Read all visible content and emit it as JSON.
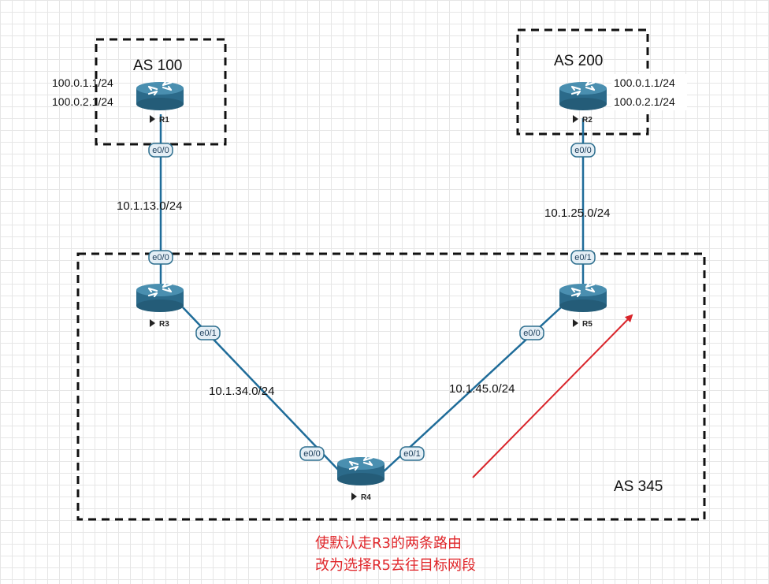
{
  "as_areas": {
    "as100": "AS 100",
    "as200": "AS 200",
    "as345": "AS 345"
  },
  "routers": {
    "r1": "R1",
    "r2": "R2",
    "r3": "R3",
    "r4": "R4",
    "r5": "R5"
  },
  "loopbacks": {
    "r1": [
      "100.0.1.1/24",
      "100.0.2.1/24"
    ],
    "r2": [
      "100.0.1.1/24",
      "100.0.2.1/24"
    ]
  },
  "networks": {
    "r1_r3": "10.1.13.0/24",
    "r2_r5": "10.1.25.0/24",
    "r3_r4": "10.1.34.0/24",
    "r4_r5": "10.1.45.0/24"
  },
  "interfaces": {
    "r1_e00": "e0/0",
    "r3_e00": "e0/0",
    "r3_e01": "e0/1",
    "r4_e00": "e0/0",
    "r4_e01": "e0/1",
    "r5_e00": "e0/0",
    "r5_e01": "e0/1",
    "r2_e00": "e0/0"
  },
  "note": {
    "line1": "使默认走R3的两条路由",
    "line2": "改为选择R5去往目标网段"
  },
  "colors": {
    "link": "#1f6c99",
    "router_body": "#2d6e8e",
    "router_top": "#4f93b4",
    "iface_fill": "#e4eef5",
    "arrow": "#d9252b",
    "note_text": "#e0262a"
  }
}
